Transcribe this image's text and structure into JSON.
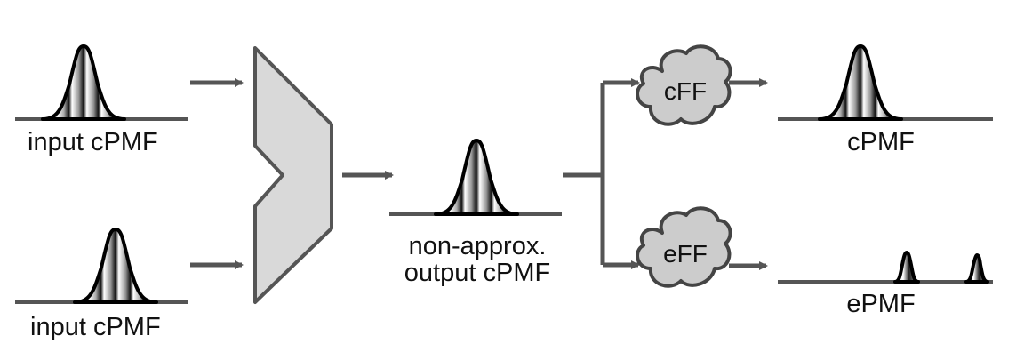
{
  "labels": {
    "input_top": "input cPMF",
    "input_bottom": "input cPMF",
    "nonapprox_line1": "non-approx.",
    "nonapprox_line2": "output cPMF",
    "cff": "cFF",
    "eff": "eFF",
    "cpmf": "cPMF",
    "epmf": "ePMF"
  },
  "colors": {
    "line": "#555555",
    "outline": "#000000",
    "mux_fill": "#d9d9d9",
    "cloud_fill": "#cccccc"
  }
}
